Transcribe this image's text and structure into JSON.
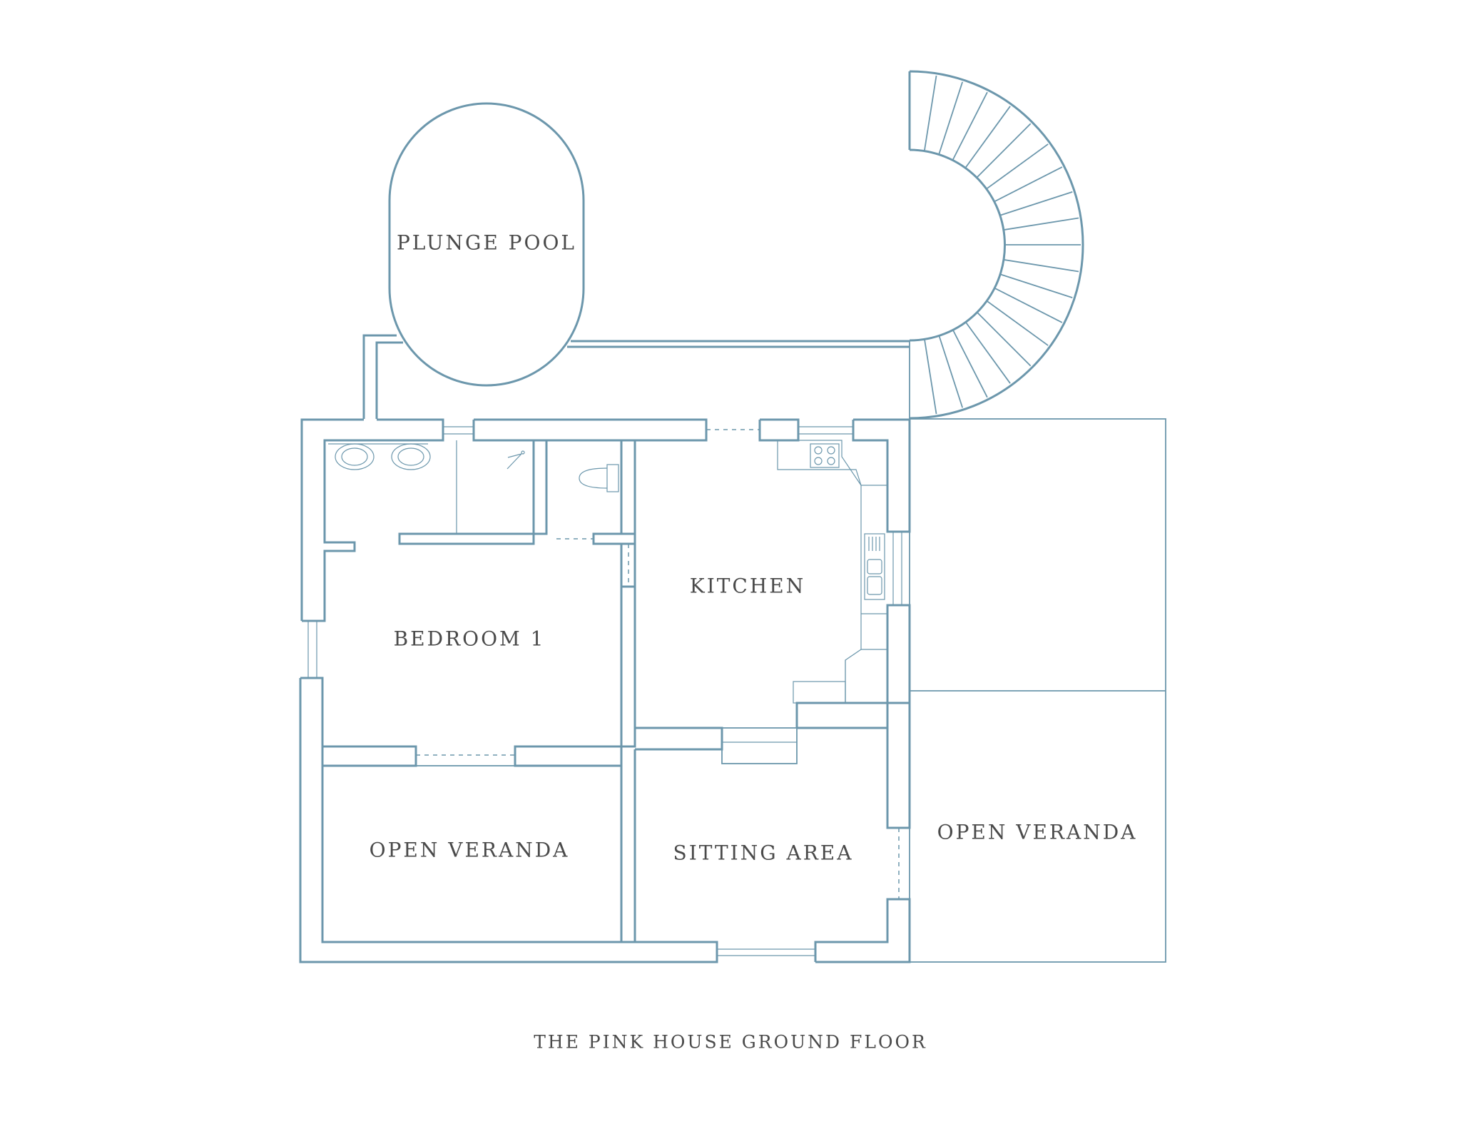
{
  "colors": {
    "line": "#6c97ac",
    "text": "#4a4a4a",
    "background": "#ffffff"
  },
  "rooms": {
    "plunge_pool": "PLUNGE POOL",
    "bedroom_1": "BEDROOM 1",
    "kitchen": "KITCHEN",
    "open_veranda_left": "OPEN VERANDA",
    "sitting_area": "SITTING AREA",
    "open_veranda_right": "OPEN VERANDA"
  },
  "caption": "THE PINK HOUSE GROUND FLOOR"
}
